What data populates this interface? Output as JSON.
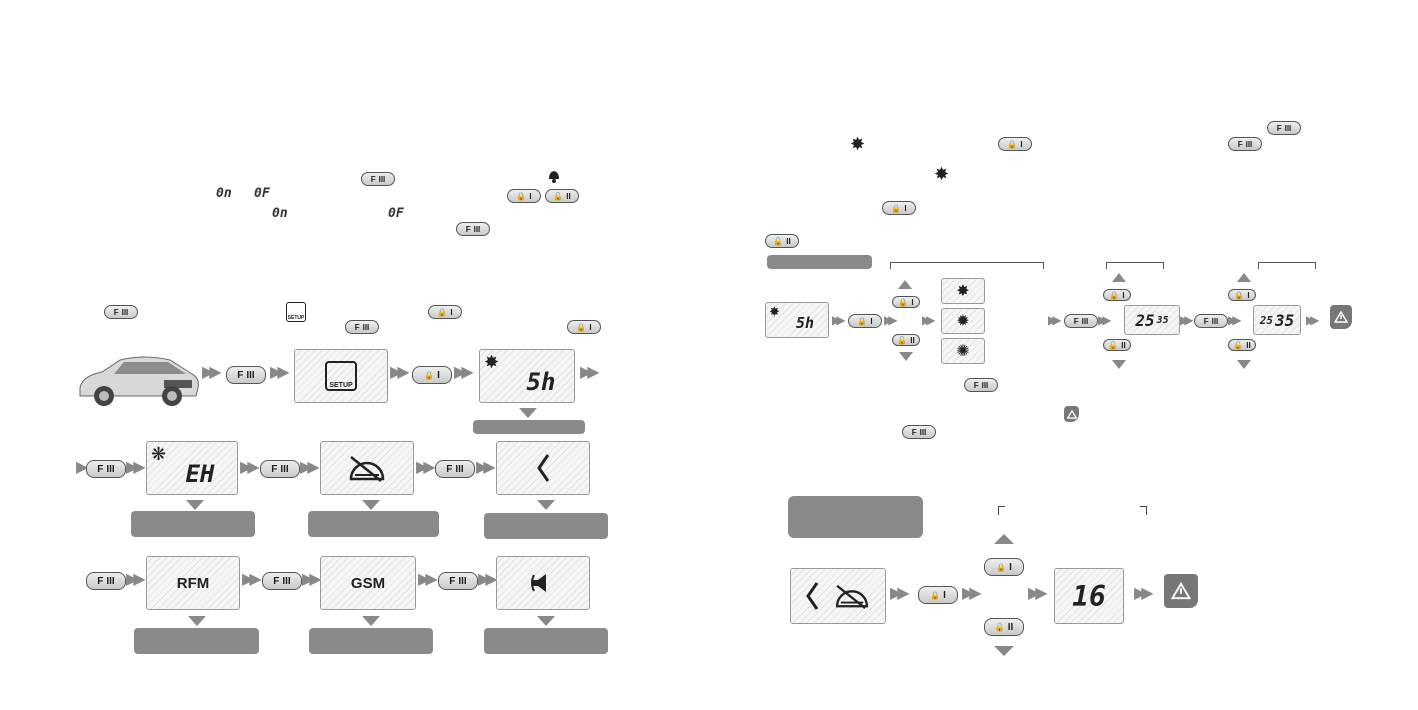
{
  "buttons": {
    "f": "F",
    "f_mark": "III",
    "lock": "I",
    "unlock": "II",
    "lock_icon": "lock-icon",
    "unlock_icon": "unlock-icon"
  },
  "glyphs": {
    "on": "0n",
    "off": "0F"
  },
  "menu": {
    "setup_label": "SETUP",
    "shock": "5h",
    "ex": "EH",
    "rfm": "RFM",
    "gsm": "GSM",
    "timer_a": "25",
    "timer_a_sub": "35",
    "timer_b": "25",
    "timer_b_sub": "35",
    "level": "16"
  },
  "colors": {
    "bar": "#8a8a8a",
    "arrow": "#888888",
    "warning": "#777777"
  }
}
